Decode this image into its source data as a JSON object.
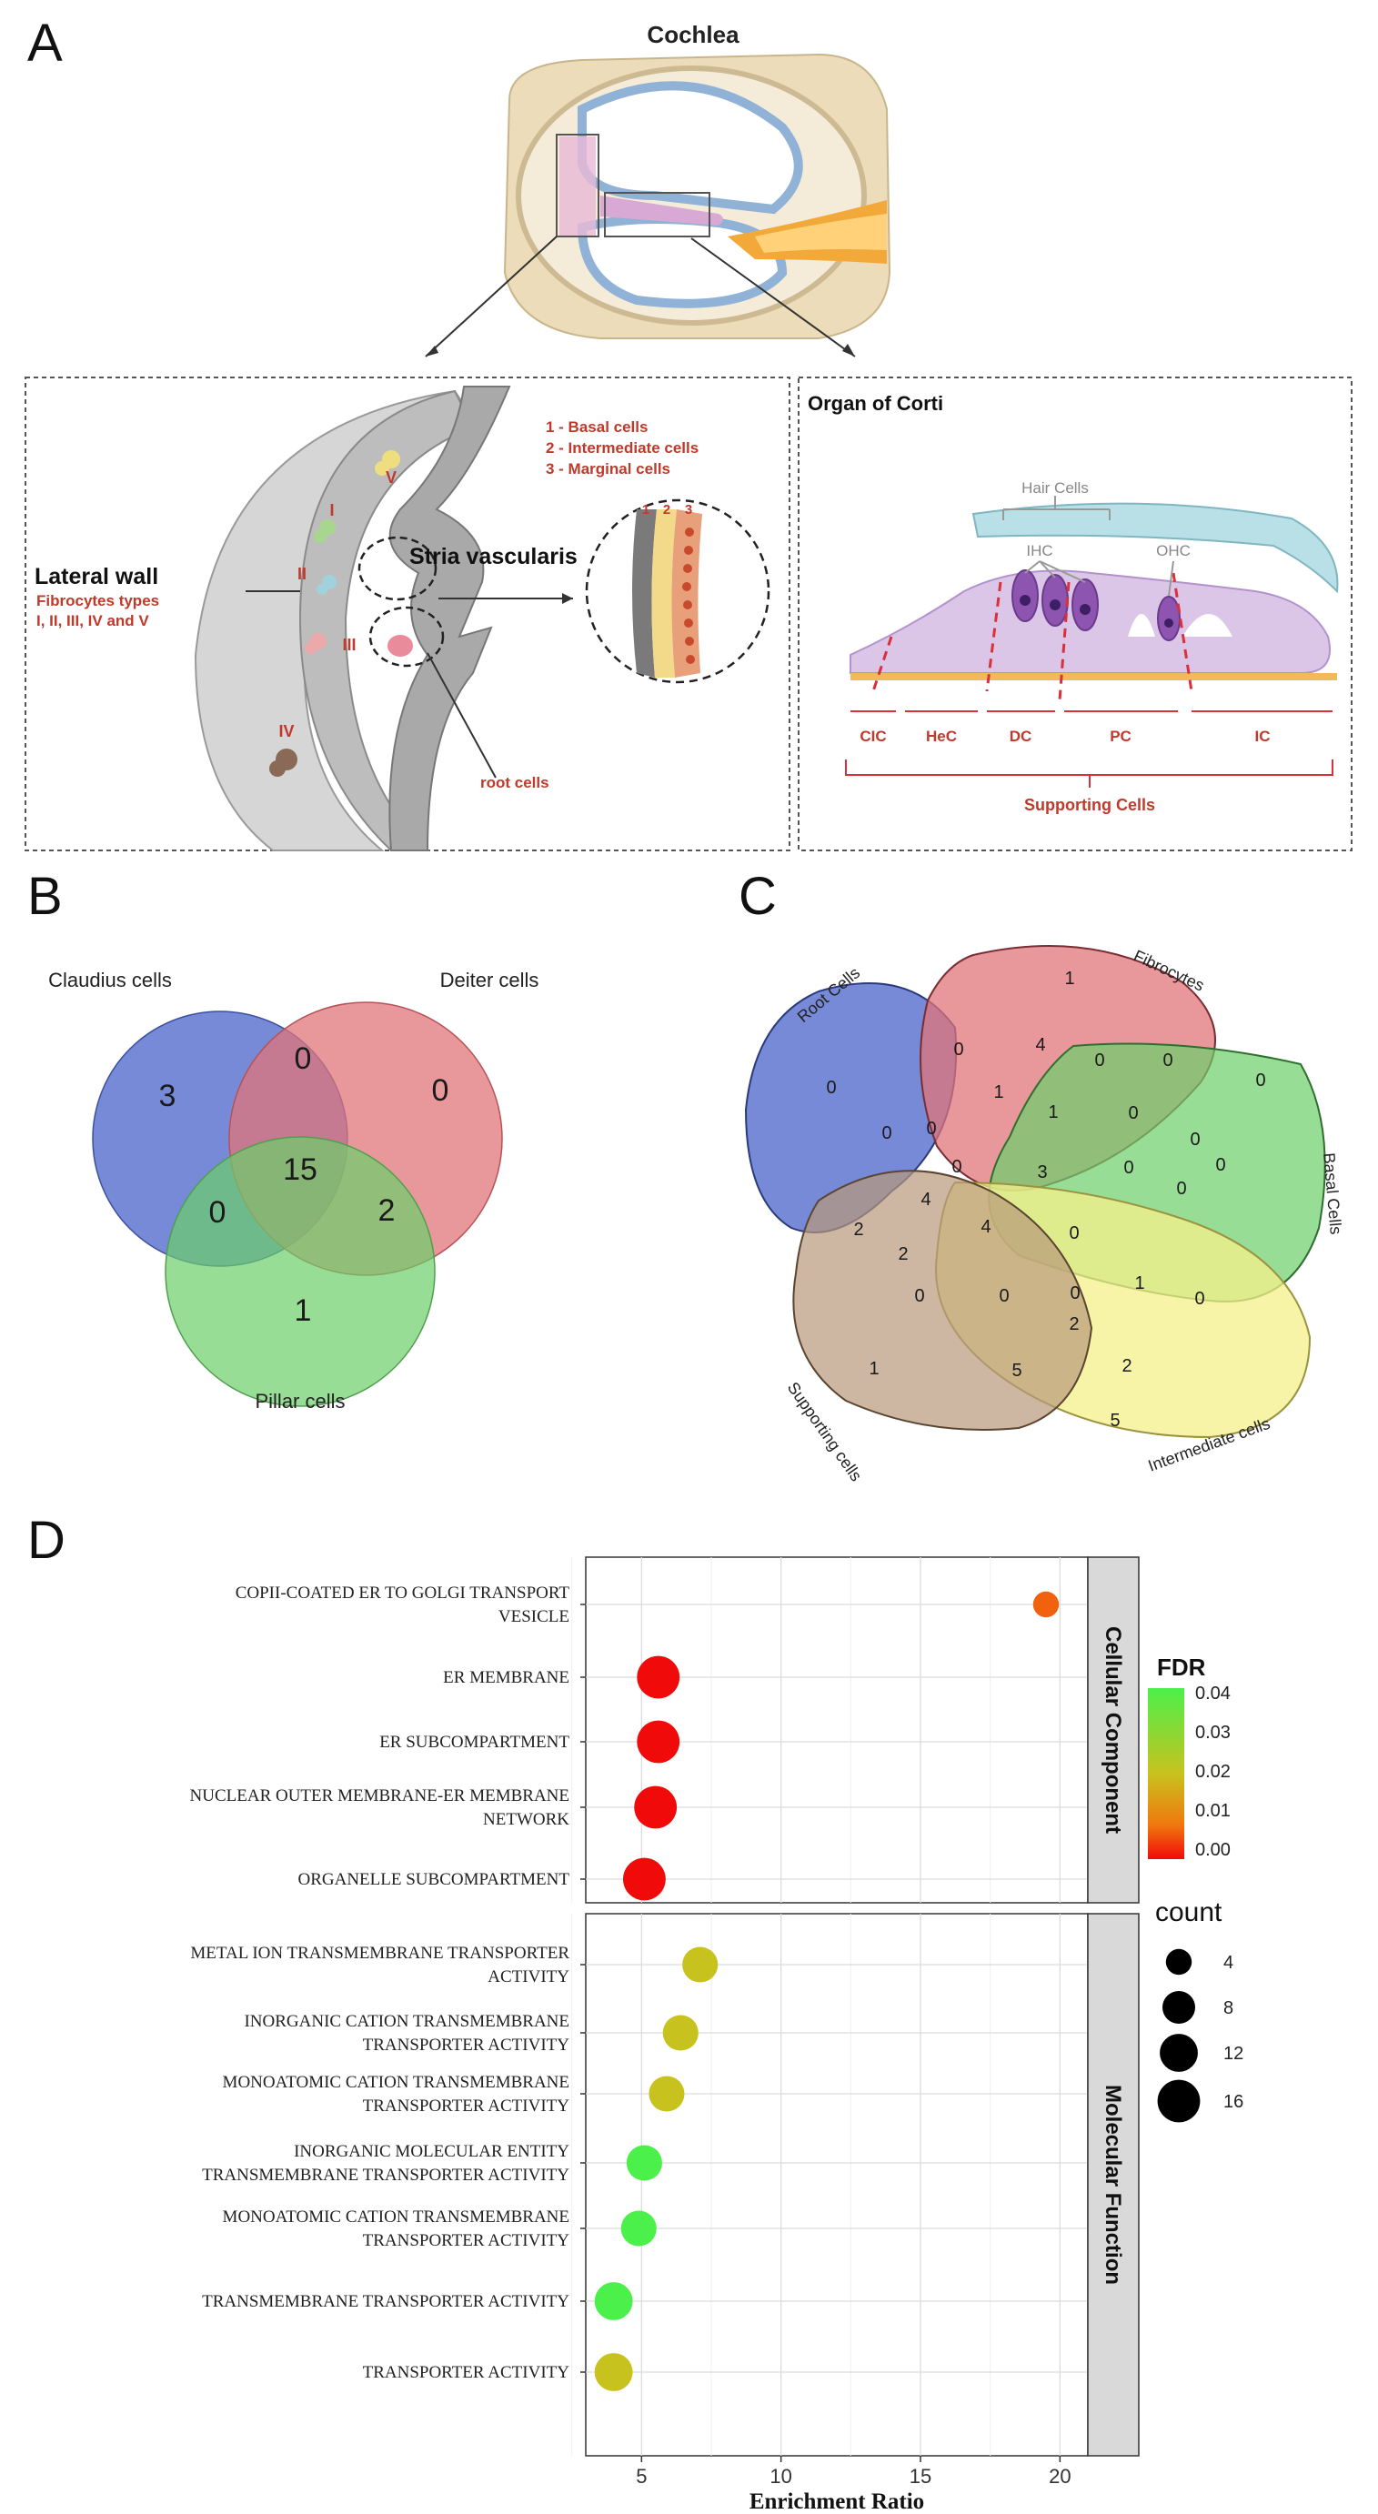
{
  "panel_labels": {
    "a": "A",
    "b": "B",
    "c": "C",
    "d": "D"
  },
  "panel_a": {
    "cochlea_title": "Cochlea",
    "left_box": {
      "roman": [
        "V",
        "I",
        "II",
        "III",
        "IV"
      ],
      "lateral_wall_title": "Lateral wall",
      "fibrocytes_line1": "Fibrocytes types",
      "fibrocytes_line2": "I, II, III, IV and V",
      "stria_title": "Stria vascularis",
      "legend": [
        "1 - Basal cells",
        "2 - Intermediate cells",
        "3 - Marginal cells"
      ],
      "zoom_numbers": [
        "1",
        "2",
        "3"
      ],
      "root_cells": "root cells"
    },
    "right_box": {
      "title": "Organ of Corti",
      "hair_cells": "Hair Cells",
      "ihc": "IHC",
      "ohc": "OHC",
      "cell_types": [
        "CIC",
        "HeC",
        "DC",
        "PC",
        "IC"
      ],
      "supporting_cells": "Supporting Cells"
    }
  },
  "panel_b": {
    "sets": [
      "Claudius cells",
      "Deiter cells",
      "Pillar cells"
    ],
    "counts": {
      "claudius_only": "3",
      "claudius_deiter": "0",
      "deiter_only": "0",
      "all": "15",
      "claudius_pillar": "0",
      "deiter_pillar": "2",
      "pillar_only": "1"
    },
    "colors": {
      "claudius": "#4a63c9",
      "deiter": "#e0747a",
      "pillar": "#6ccf6a"
    }
  },
  "panel_c": {
    "sets": [
      "Root Cells",
      "Fibrocytes",
      "Basal Cells",
      "Intermediate cells",
      "Supporting cells"
    ],
    "numbers": [
      "1",
      "0",
      "4",
      "0",
      "0",
      "0",
      "0",
      "0",
      "1",
      "1",
      "0",
      "0",
      "0",
      "0",
      "3",
      "0",
      "0",
      "0",
      "4",
      "2",
      "4",
      "2",
      "0",
      "0",
      "0",
      "0",
      "1",
      "0",
      "2",
      "2",
      "5",
      "1",
      "5"
    ],
    "colors": {
      "root": "#4a63c9",
      "fibro": "#e0747a",
      "basal": "#6ccf6a",
      "intermediate": "#f5f08a",
      "supporting": "#b8987a"
    }
  },
  "panel_d": {
    "facets": [
      "Cellular Component",
      "Molecular Function"
    ],
    "legend_fdr_title": "FDR",
    "legend_fdr_ticks": [
      "0.04",
      "0.03",
      "0.02",
      "0.01",
      "0.00"
    ],
    "legend_count_title": "count",
    "legend_count_values": [
      "4",
      "8",
      "12",
      "16"
    ],
    "xlabel": "Enrichment Ratio",
    "xticks": [
      "5",
      "10",
      "15",
      "20"
    ]
  },
  "chart_data": [
    {
      "type": "scatter",
      "facet": "Cellular Component",
      "xlabel": "Enrichment Ratio",
      "xlim": [
        3,
        21
      ],
      "categories": [
        [
          "COPII-COATED ER TO GOLGI TRANSPORT",
          "VESICLE"
        ],
        [
          "ER MEMBRANE"
        ],
        [
          "ER SUBCOMPARTMENT"
        ],
        [
          "NUCLEAR OUTER MEMBRANE-ER MEMBRANE",
          "NETWORK"
        ],
        [
          "ORGANELLE SUBCOMPARTMENT"
        ]
      ],
      "x": [
        19.5,
        5.6,
        5.6,
        5.5,
        5.1
      ],
      "fdr": [
        0.008,
        0.0,
        0.0,
        0.0,
        0.0
      ],
      "count": [
        4,
        16,
        16,
        16,
        16
      ]
    },
    {
      "type": "scatter",
      "facet": "Molecular Function",
      "xlabel": "Enrichment Ratio",
      "xlim": [
        3,
        21
      ],
      "categories": [
        [
          "METAL ION TRANSMEMBRANE TRANSPORTER",
          "ACTIVITY"
        ],
        [
          "INORGANIC CATION TRANSMEMBRANE",
          "TRANSPORTER ACTIVITY"
        ],
        [
          "MONOATOMIC CATION TRANSMEMBRANE",
          "TRANSPORTER ACTIVITY"
        ],
        [
          "INORGANIC MOLECULAR ENTITY",
          "TRANSMEMBRANE TRANSPORTER ACTIVITY"
        ],
        [
          "MONOATOMIC CATION TRANSMEMBRANE",
          "TRANSPORTER ACTIVITY"
        ],
        [
          "TRANSMEMBRANE TRANSPORTER ACTIVITY"
        ],
        [
          "TRANSPORTER ACTIVITY"
        ]
      ],
      "x": [
        7.1,
        6.4,
        5.9,
        5.1,
        4.9,
        4.0,
        4.0
      ],
      "fdr": [
        0.02,
        0.02,
        0.02,
        0.04,
        0.04,
        0.04,
        0.02
      ],
      "count": [
        10,
        10,
        10,
        10,
        10,
        12,
        12
      ]
    }
  ]
}
